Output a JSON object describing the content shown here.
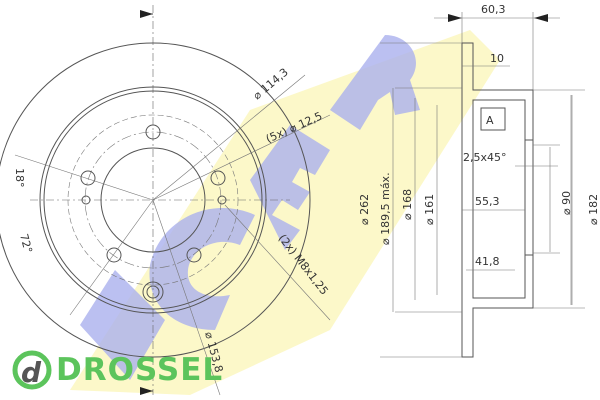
{
  "watermark": {
    "brand": "ICER",
    "band_color": "#fbf7c0",
    "letter_color": "#aab0ee"
  },
  "logo": {
    "name": "DROSSEL",
    "color": "#5cc45c"
  },
  "front_view": {
    "dim_pcd": "⌀ 114,3",
    "dim_holes": "(5x) ⌀ 12,5",
    "dim_angle_1": "18°",
    "dim_angle_2": "72°",
    "dim_thread": "(2x) M8x1,25",
    "dim_center": "⌀ 153,8"
  },
  "side_view": {
    "dim_height": "60,3",
    "dim_thickness": "10",
    "datum": "A",
    "dim_chamfer": "2,5x45°",
    "dim_553": "55,3",
    "dim_418": "41,8",
    "dim_90": "⌀ 90",
    "dim_182": "⌀ 182",
    "dim_161": "⌀ 161",
    "dim_168": "⌀ 168",
    "dim_1895": "⌀ 189,5 máx.",
    "dim_262": "⌀ 262"
  }
}
